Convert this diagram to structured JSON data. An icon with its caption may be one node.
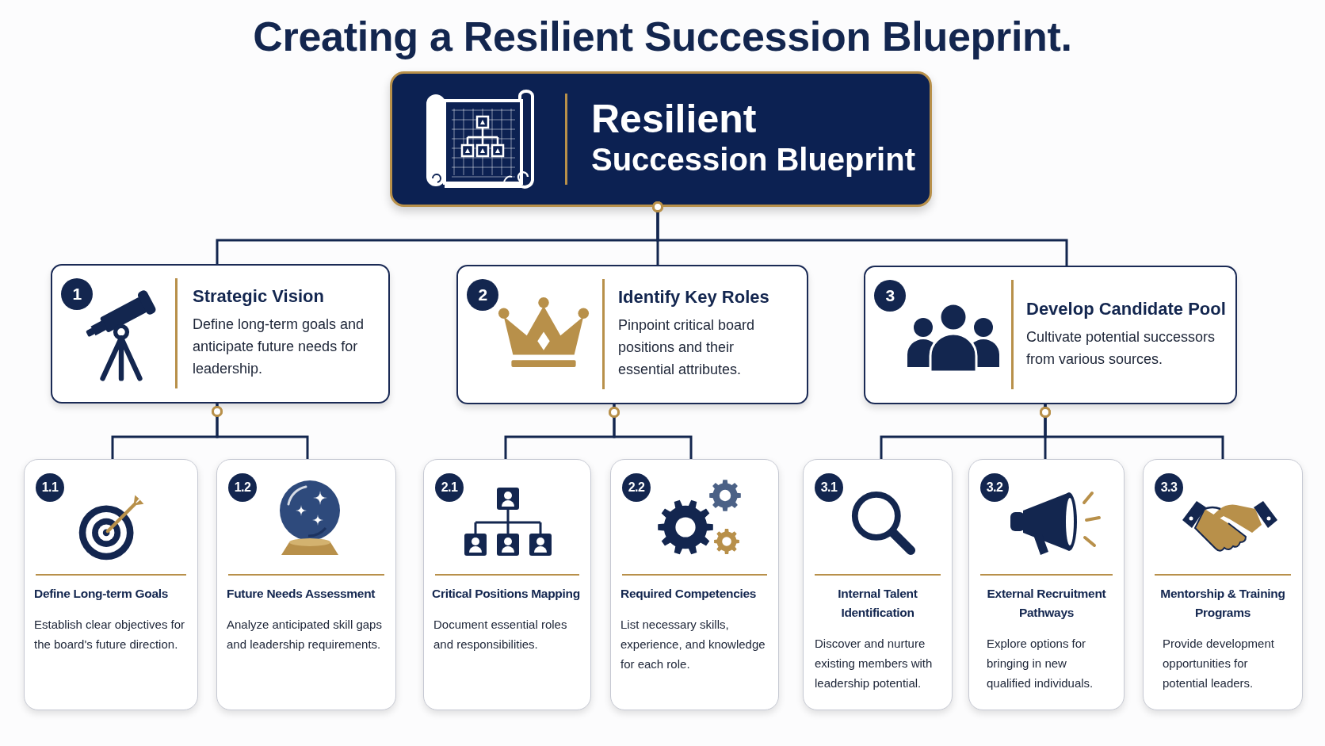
{
  "diagram": {
    "title": "Creating a Resilient Succession Blueprint.",
    "nodes": [
      {
        "text": [
          "Resilient",
          "Succession Blueprint"
        ]
      },
      {
        "text": [
          "1",
          "Strategic Vision",
          "Define long-term goals and anticipate future needs for leadership."
        ]
      },
      {
        "text": [
          "2",
          "Identify Key Roles",
          "Pinpoint critical board positions and their essential attributes."
        ]
      },
      {
        "text": [
          "3",
          "Develop Candidate Pool",
          "Cultivate potential successors from various sources."
        ]
      },
      {
        "text": [
          "1.1",
          "Define Long-term Goals",
          "Establish clear objectives for the board's future direction."
        ]
      },
      {
        "text": [
          "1.2",
          "Future Needs Assessment",
          "Analyze anticipated skill gaps and leadership requirements."
        ]
      },
      {
        "text": [
          "2.1",
          "Critical Positions Mapping",
          "Document essential roles and responsibilities."
        ]
      },
      {
        "text": [
          "2.2",
          "Required Competencies",
          "List necessary skills, experience, and knowledge for each role."
        ]
      },
      {
        "text": [
          "3.1",
          "Internal Talent Identification",
          "Discover and nurture existing members with leadership potential."
        ]
      },
      {
        "text": [
          "3.2",
          "External Recruitment Pathways",
          "Explore options for bringing in new qualified individuals."
        ]
      },
      {
        "text": [
          "3.3",
          "Mentorship & Training Programs",
          "Provide development opportunities for potential leaders."
        ]
      }
    ],
    "edges": [
      {
        "from": 0,
        "to": 1,
        "arrow": "other"
      },
      {
        "from": 0,
        "to": 2,
        "arrow": "other"
      },
      {
        "from": 0,
        "to": 3,
        "arrow": "other"
      },
      {
        "from": 1,
        "to": 4,
        "arrow": "other"
      },
      {
        "from": 1,
        "to": 5,
        "arrow": "other"
      },
      {
        "from": 2,
        "to": 6,
        "arrow": "other"
      },
      {
        "from": 2,
        "to": 7,
        "arrow": "other"
      },
      {
        "from": 3,
        "to": 8,
        "arrow": "other"
      },
      {
        "from": 3,
        "to": 9,
        "arrow": "other"
      },
      {
        "from": 3,
        "to": 10,
        "arrow": "other"
      }
    ]
  }
}
